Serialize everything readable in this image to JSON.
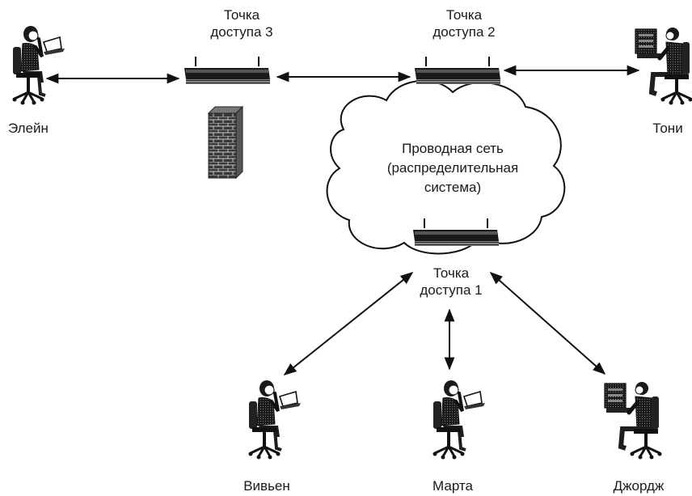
{
  "access_points": {
    "ap3": {
      "line1": "Точка",
      "line2": "доступа 3"
    },
    "ap2": {
      "line1": "Точка",
      "line2": "доступа 2"
    },
    "ap1": {
      "line1": "Точка",
      "line2": "доступа 1"
    }
  },
  "network": {
    "line1": "Проводная сеть",
    "line2": "(распределительная",
    "line3": "система)"
  },
  "users": {
    "elaine": "Элейн",
    "tony": "Тони",
    "vivien": "Вивьен",
    "marta": "Марта",
    "george": "Джордж"
  },
  "icons": {
    "laptop_user": "laptop-user-icon",
    "desktop_user": "desktop-user-icon",
    "access_point": "access-point-icon",
    "firewall": "firewall-icon",
    "cloud": "cloud-icon"
  }
}
